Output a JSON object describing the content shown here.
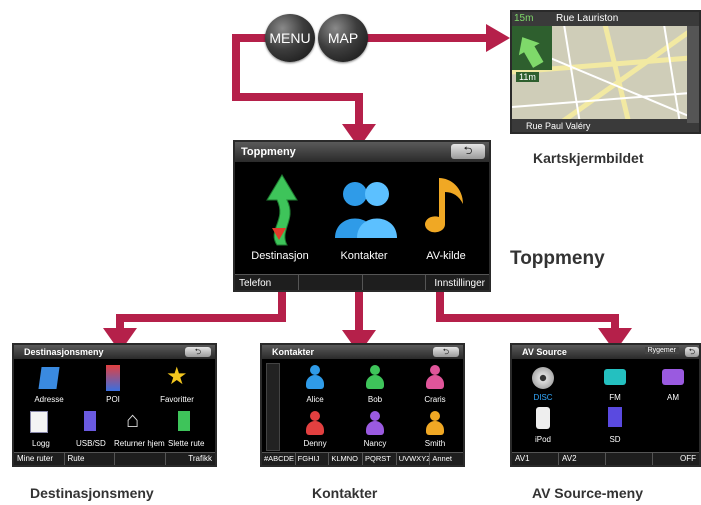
{
  "buttons": {
    "menu": "MENU",
    "map": "MAP"
  },
  "map": {
    "street_top": "Rue Lauriston",
    "street_bottom": "Rue Paul Valéry",
    "dist_top": "15m",
    "dist_mid": "11m",
    "caption": "Kartskjermbildet"
  },
  "topmenu": {
    "title": "Toppmeny",
    "items": [
      "Destinasjon",
      "Kontakter",
      "AV-kilde"
    ],
    "bottom_left": "Telefon",
    "bottom_right": "Innstillinger",
    "caption": "Toppmeny"
  },
  "dest": {
    "title": "Destinasjonsmeny",
    "items": [
      "Adresse",
      "POI",
      "Favoritter",
      "Logg",
      "USB/SD",
      "Returner hjem",
      "Slette rute"
    ],
    "bottom": [
      "Mine ruter",
      "Rute",
      "",
      "Trafikk"
    ],
    "caption": "Destinasjonsmeny"
  },
  "contacts": {
    "title": "Kontakter",
    "names": [
      "Alice",
      "Bob",
      "Craris",
      "Denny",
      "Nancy",
      "Smith"
    ],
    "tabs": [
      "#ABCDE",
      "FGHIJ",
      "KLMNO",
      "PQRST",
      "UVWXYZ",
      "Annet"
    ],
    "caption": "Kontakter"
  },
  "av": {
    "title": "AV Source",
    "top_btn": "Rygemer",
    "items": [
      "DISC",
      "FM",
      "AM",
      "iPod",
      "SD"
    ],
    "bottom": [
      "AV1",
      "AV2",
      "",
      "OFF"
    ],
    "caption": "AV Source-meny"
  },
  "colors": {
    "arrow": "#b5204a",
    "disc_highlight": "#33aaff"
  }
}
